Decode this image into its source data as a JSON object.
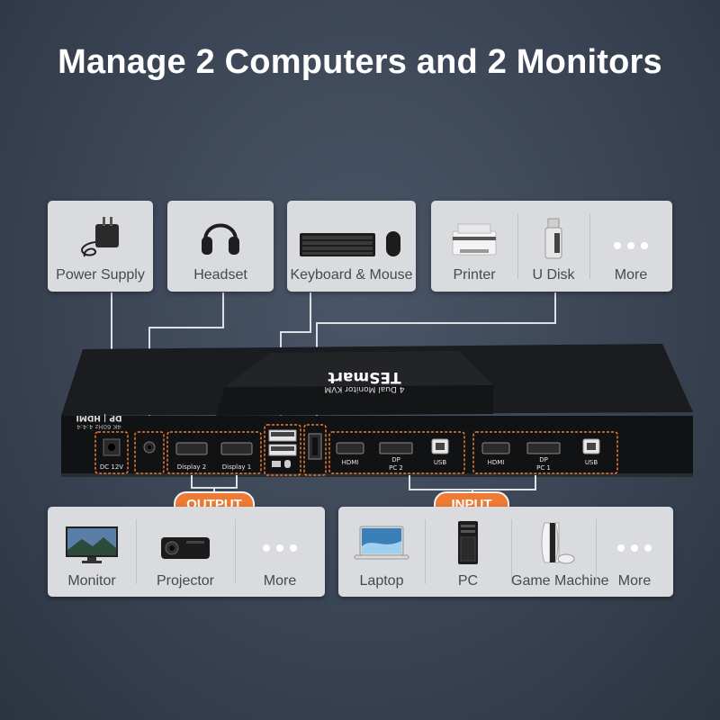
{
  "title": "Manage 2 Computers and 2 Monitors",
  "top_panels": {
    "power_supply": "Power Supply",
    "headset": "Headset",
    "keyboard_mouse": "Keyboard & Mouse",
    "peripherals": [
      "Printer",
      "U Disk",
      "More"
    ]
  },
  "device": {
    "brand": "TESmart",
    "model": "4 Dual Monitor KVM",
    "side_label": "DP | HDMI",
    "side_sub": "4K 60Hz 4:4:4",
    "ports": {
      "dc": "DC 12V",
      "display2": "Display 2",
      "display1": "Display 1",
      "pc2_hdmi": "HDMI",
      "pc2_dp": "DP",
      "pc2_usb": "USB",
      "pc2_label": "PC 2",
      "pc1_hdmi": "HDMI",
      "pc1_dp": "DP",
      "pc1_usb": "USB",
      "pc1_label": "PC 1"
    }
  },
  "tags": {
    "output": "OUTPUT",
    "input": "INPUT"
  },
  "bottom_left": [
    "Monitor",
    "Projector",
    "More"
  ],
  "bottom_right": [
    "Laptop",
    "PC",
    "Game Machine",
    "More"
  ],
  "colors": {
    "accent": "#ee7a33",
    "panel": "#d9dbde",
    "background": "#3a4454"
  }
}
